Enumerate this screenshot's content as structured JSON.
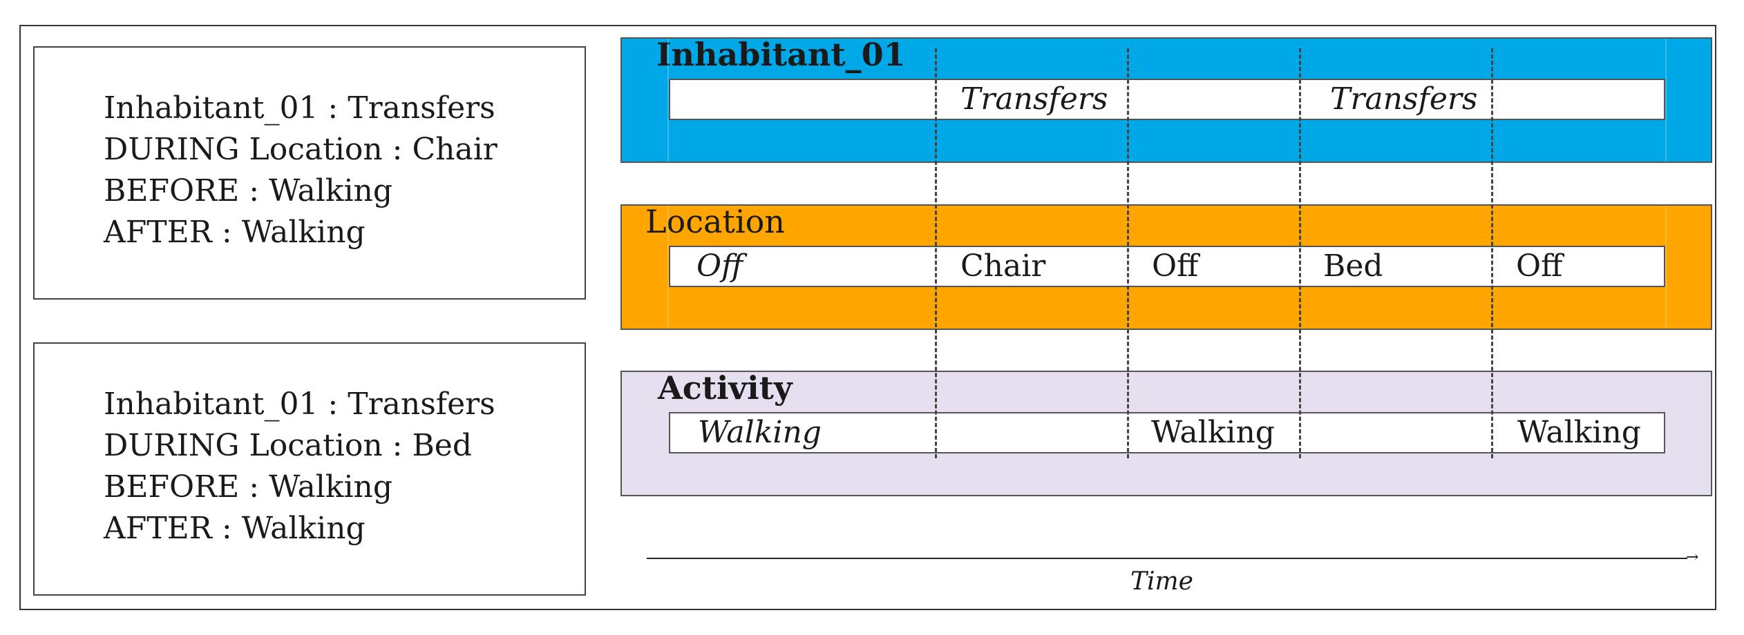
{
  "rules": [
    {
      "lines": [
        "Inhabitant_01 : Transfers",
        "DURING Location : Chair",
        "BEFORE : Walking",
        "AFTER : Walking"
      ]
    },
    {
      "lines": [
        "Inhabitant_01 : Transfers",
        "DURING Location : Bed",
        "BEFORE : Walking",
        "AFTER : Walking"
      ]
    }
  ],
  "bands": [
    {
      "title": "Inhabitant_01",
      "color": "#00A8E8",
      "segments": [
        "",
        "Transfers",
        "",
        "Transfers",
        ""
      ]
    },
    {
      "title": "Location",
      "color": "#FFA500",
      "segments": [
        "Off",
        "Chair",
        "Off",
        "Bed",
        "Off"
      ]
    },
    {
      "title": "Activity",
      "color": "#E6DFF0",
      "segments": [
        "Walking",
        "",
        "Walking",
        "",
        "Walking"
      ]
    }
  ],
  "axis": {
    "label": "Time",
    "arrow": "→"
  },
  "colors": {
    "outline": "#333333",
    "dash": "#444444"
  }
}
